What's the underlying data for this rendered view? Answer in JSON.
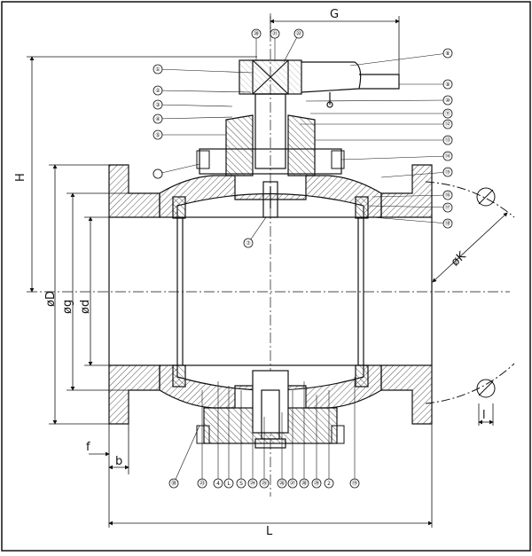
{
  "dimensions": {
    "G": "G",
    "H": "H",
    "L": "L",
    "D": "øD",
    "g": "øg",
    "d": "ød",
    "K": "øK",
    "f": "f",
    "b": "b",
    "l": "l"
  },
  "balloons_left": [
    "①",
    "②",
    "③",
    "④",
    "⑤",
    "⑥",
    "⑦"
  ],
  "balloons_right": [
    "⑧",
    "⑨",
    "⑩",
    "⑪",
    "⑫",
    "⑬",
    "⑭",
    "⑮",
    "⑯",
    "⑰",
    "⑱",
    "⑲"
  ],
  "balloons_top": [
    "⑳",
    "㉑",
    "㉒"
  ],
  "balloons_bottom": [
    "㉓",
    "4",
    "L",
    "S",
    "㉔",
    "㉕",
    "㉖",
    "㉗",
    "㉘",
    "㉙",
    "2"
  ],
  "balloons_misc": [
    "㉚",
    "㉛",
    "㉜"
  ],
  "colors": {
    "line": "#111111",
    "hatch": "#555555",
    "paper": "#ffffff"
  }
}
